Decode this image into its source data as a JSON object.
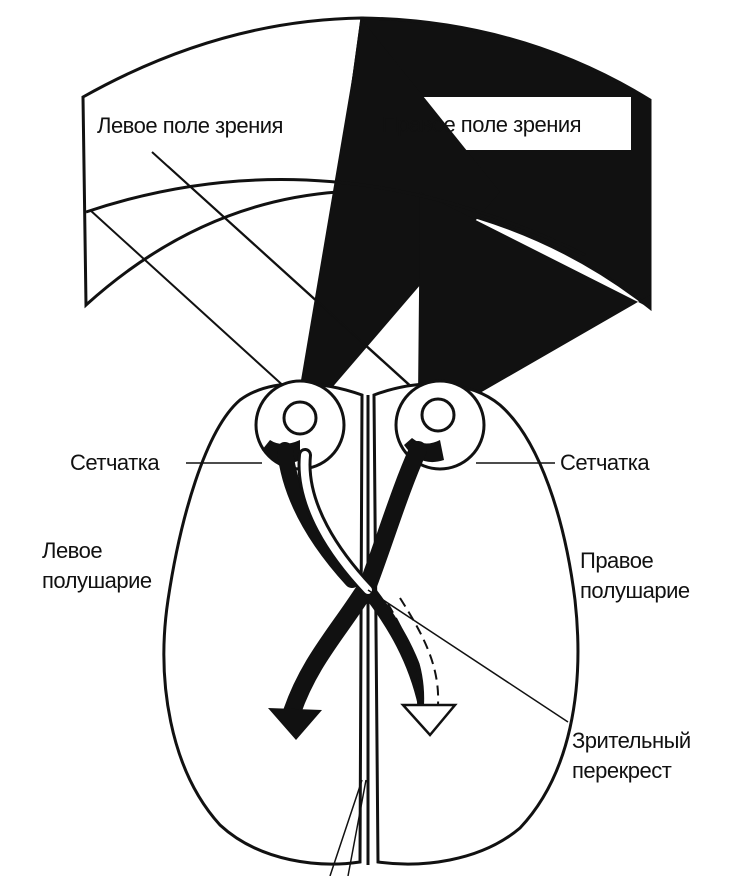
{
  "labels": {
    "left_field": "Левое поле зрения",
    "right_field": "Правое поле зрения",
    "retina_left": "Сетчатка",
    "retina_right": "Сетчатка",
    "left_hemisphere_line1": "Левое",
    "left_hemisphere_line2": "полушарие",
    "right_hemisphere_line1": "Правое",
    "right_hemisphere_line2": "полушарие",
    "chiasm_line1": "Зрительный",
    "chiasm_line2": "перекрест"
  },
  "colors": {
    "ink": "#111111",
    "paper": "#ffffff"
  }
}
